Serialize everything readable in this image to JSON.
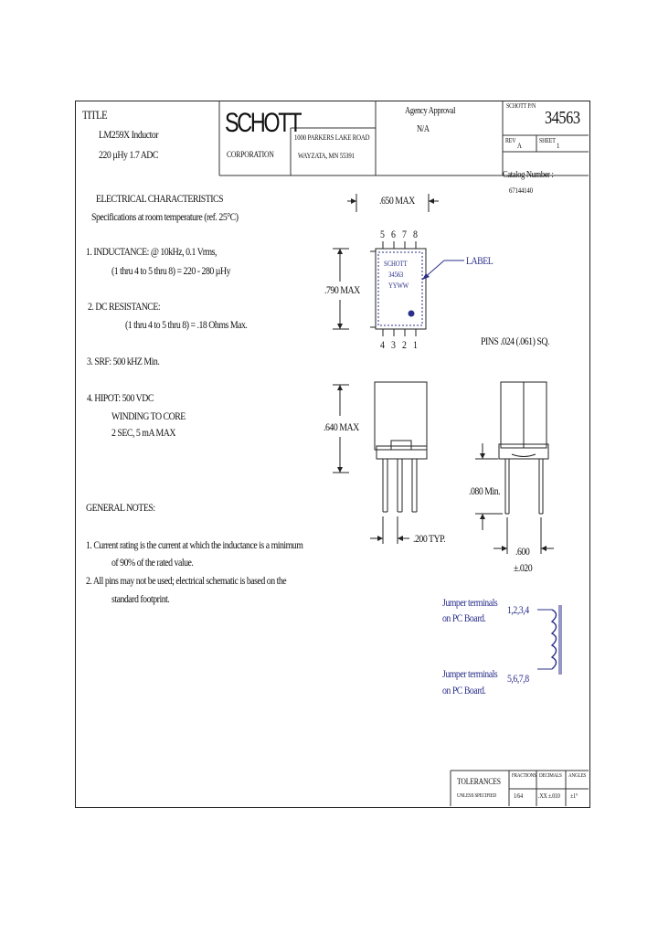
{
  "title_block": {
    "title_label": "TITLE",
    "part_name": "LM259X Inductor",
    "rating": "220 µHy  1.7 ADC",
    "company_logo": "SCHOTT",
    "company_sub": "CORPORATION",
    "address_line1": "1000 PARKERS LAKE ROAD",
    "address_line2": "WAYZATA, MN 55391",
    "agency_label": "Agency Approval",
    "agency_value": "N/A",
    "part_no_label": "SCHOTT P/N",
    "part_no": "34563",
    "rev_label": "REV",
    "rev_value": "A",
    "sheet_label": "SHEET",
    "sheet_value": "1",
    "catalog_label": "Catalog Number :",
    "catalog_value": "67144140"
  },
  "electrical": {
    "heading": "ELECTRICAL CHARACTERISTICS",
    "subheading": "Specifications at room temperature (ref. 25°C)",
    "item1_line1": "1.  INDUCTANCE: @ 10kHz, 0.1 Vrms,",
    "item1_line2": "(1 thru 4 to 5 thru 8) = 220 - 280 µHy",
    "item2_line1": "2. DC RESISTANCE:",
    "item2_line2": "(1 thru 4 to 5 thru 8) = .18 Ohms Max.",
    "item3_line1": "3.  SRF:  500 kHZ    Min.",
    "item4_line1": "4. HIPOT: 500 VDC",
    "item4_line2": "WINDING TO CORE",
    "item4_line3": "2 SEC, 5 mA MAX"
  },
  "general_notes": {
    "heading": "GENERAL NOTES:",
    "note1_line1": "1.  Current rating is the current at which the inductance is a minimum",
    "note1_line2": "of 90% of the rated value.",
    "note2_line1": "2.  All pins may not be used; electrical schematic is based on the",
    "note2_line2": "standard footprint."
  },
  "drawing": {
    "width_dim": ".650 MAX",
    "top_pins": [
      "5",
      "6",
      "7",
      "8"
    ],
    "bottom_pins": [
      "4",
      "3",
      "2",
      "1"
    ],
    "height_dim": ".790 MAX",
    "label_callout": "LABEL",
    "label_line1": "SCHOTT",
    "label_line2": "34563",
    "label_line3": "YYWW",
    "pins_note": "PINS .024 (.061) SQ.",
    "body_height_dim": ".640 MAX",
    "pin_length_dim": ".080 Min.",
    "pin_spacing_dim": ".200 TYP.",
    "row_spacing_dim": ".600",
    "row_spacing_tol": "±.020",
    "jumper_top_line1": "Jumper terminals",
    "jumper_top_line2": "on PC Board.",
    "jumper_top_pins": "1,2,3,4",
    "jumper_bottom_line1": "Jumper terminals",
    "jumper_bottom_line2": "on PC Board.",
    "jumper_bottom_pins": "5,6,7,8"
  },
  "tolerances": {
    "label": "TOLERANCES",
    "sub_label": "UNLESS SPECIFIED",
    "col1": "FRACTIONS",
    "col2": "DECIMALS",
    "col3": "ANGLES",
    "val1": "1/64",
    "val2": ".XX ±.010",
    "val3": "±1°"
  }
}
